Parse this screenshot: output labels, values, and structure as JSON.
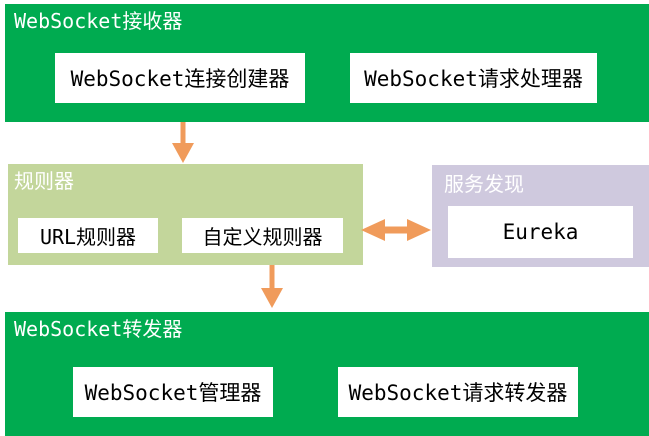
{
  "colors": {
    "green": "#00AB50",
    "olive": "#C3D69B",
    "lavender": "#CFC9DE",
    "arrow": "#F09B5B"
  },
  "sections": {
    "receiver": {
      "title": "WebSocket接收器",
      "children": [
        "WebSocket连接创建器",
        "WebSocket请求处理器"
      ]
    },
    "rules": {
      "title": "规则器",
      "children": [
        "URL规则器",
        "自定义规则器"
      ]
    },
    "discovery": {
      "title": "服务发现",
      "children": [
        "Eureka"
      ]
    },
    "forwarder": {
      "title": "WebSocket转发器",
      "children": [
        "WebSocket管理器",
        "WebSocket请求转发器"
      ]
    }
  },
  "arrows": [
    {
      "name": "receiver-to-rules",
      "direction": "down"
    },
    {
      "name": "rules-discovery",
      "direction": "both"
    },
    {
      "name": "rules-to-forwarder",
      "direction": "down"
    }
  ]
}
